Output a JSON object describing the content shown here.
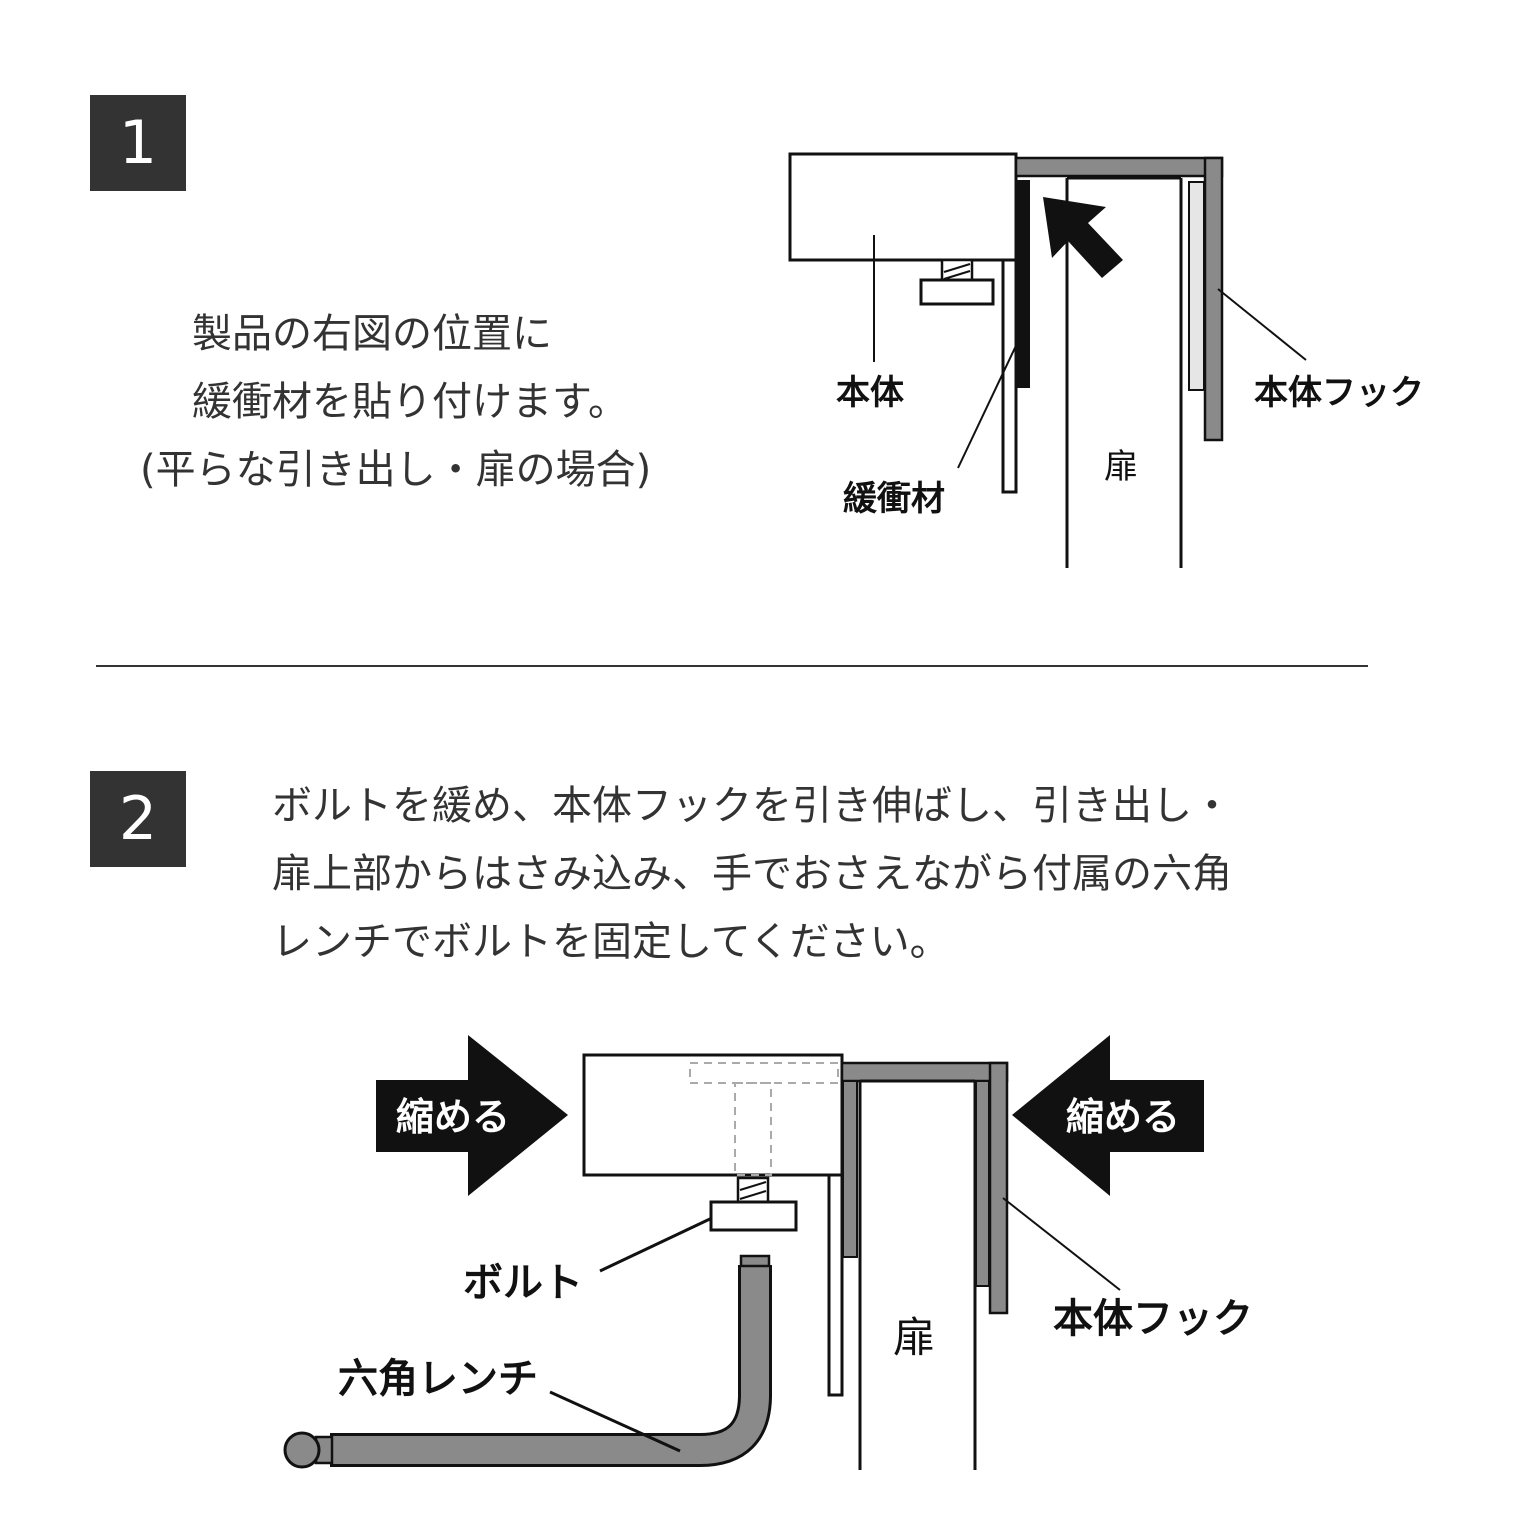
{
  "step1": {
    "number": "1",
    "instructions": [
      "製品の右図の位置に",
      "緩衝材を貼り付けます。",
      "(平らな引き出し・扉の場合)"
    ],
    "labels": {
      "body": "本体",
      "cushion": "緩衝材",
      "door": "扉",
      "hook": "本体フック"
    }
  },
  "step2": {
    "number": "2",
    "instructions": [
      "ボルトを緩め、本体フックを引き伸ばし、引き出し・",
      "扉上部からはさみ込み、手でおさえながら付属の六角",
      "レンチでボルトを固定してください。"
    ],
    "labels": {
      "shrink_left": "縮める",
      "shrink_right": "縮める",
      "bolt": "ボルト",
      "wrench": "六角レンチ",
      "door": "扉",
      "hook": "本体フック"
    }
  },
  "colors": {
    "badge": "#333333",
    "hook_gray": "#8a8a8a",
    "line": "#111111"
  }
}
